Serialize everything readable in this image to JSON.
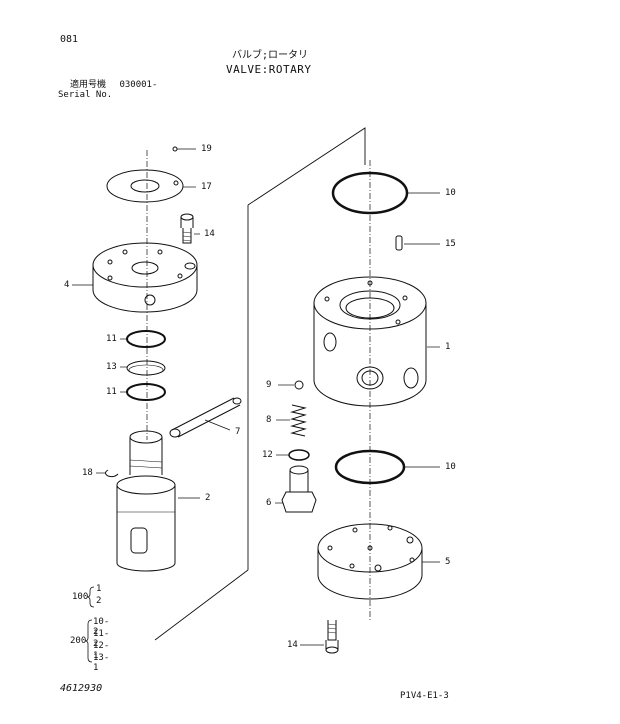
{
  "header": {
    "page_number": "081",
    "title_jp": "バルブ;ロータリ",
    "title_en": "VALVE:ROTARY",
    "serial_label_jp": "適用号機",
    "serial_value": "030001-",
    "serial_label_en": "Serial No."
  },
  "callouts": {
    "c19": "19",
    "c17": "17",
    "c14a": "14",
    "c4": "4",
    "c11a": "11",
    "c13": "13",
    "c11b": "11",
    "c7": "7",
    "c18": "18",
    "c2": "2",
    "c10a": "10",
    "c15": "15",
    "c1": "1",
    "c9": "9",
    "c8": "8",
    "c12": "12",
    "c6": "6",
    "c10b": "10",
    "c5": "5",
    "c14b": "14"
  },
  "assemblies": {
    "a100": {
      "id": "100",
      "items": [
        "1",
        "2"
      ]
    },
    "a200": {
      "id": "200",
      "items": [
        "10-2",
        "11-2",
        "12-1",
        "13-1"
      ]
    }
  },
  "footer": {
    "drawing_number": "4612930",
    "sheet_code": "P1V4-E1-3"
  }
}
